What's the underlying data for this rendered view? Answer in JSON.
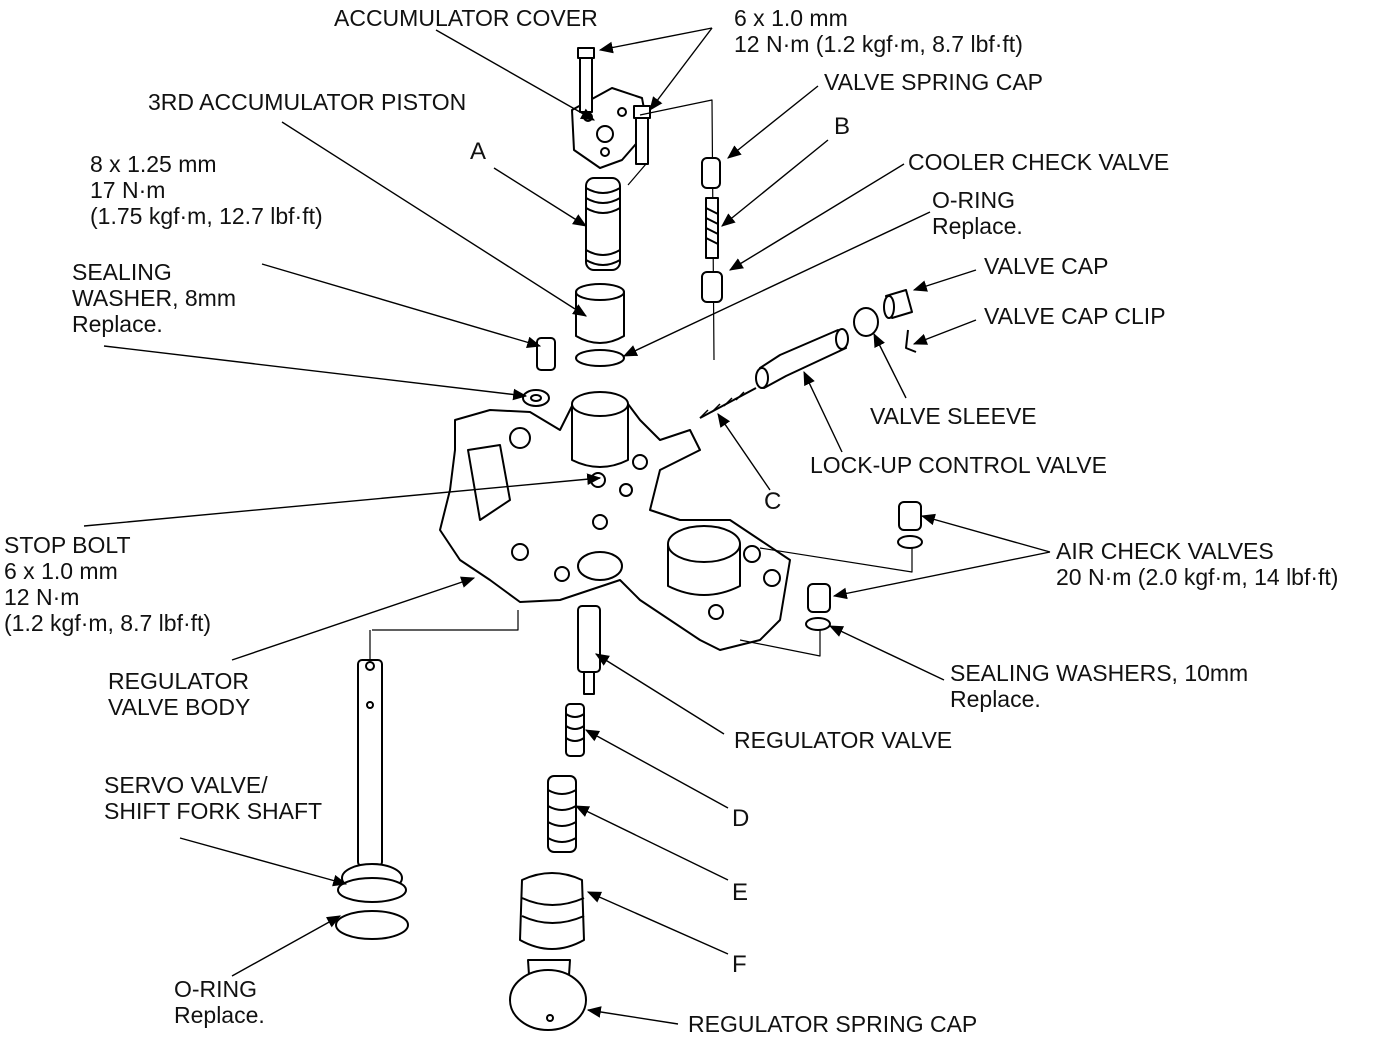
{
  "labels": {
    "accumulator_cover": "ACCUMULATOR COVER",
    "bolt_top_1": "6 x 1.0 mm",
    "bolt_top_2": "12 N·m (1.2 kgf·m, 8.7 lbf·ft)",
    "valve_spring_cap": "VALVE SPRING CAP",
    "third_accumulator_piston": "3RD ACCUMULATOR PISTON",
    "bolt_mid_1": "8 x 1.25 mm",
    "bolt_mid_2": "17 N·m",
    "bolt_mid_3": "(1.75 kgf·m, 12.7 lbf·ft)",
    "cooler_check_valve": "COOLER CHECK VALVE",
    "o_ring_top_1": "O-RING",
    "o_ring_top_2": "Replace.",
    "sealing_washer_1": "SEALING",
    "sealing_washer_2": "WASHER, 8mm",
    "sealing_washer_3": "Replace.",
    "valve_cap": "VALVE CAP",
    "valve_cap_clip": "VALVE CAP CLIP",
    "valve_sleeve": "VALVE SLEEVE",
    "lockup_control_valve": "LOCK-UP CONTROL VALVE",
    "stop_bolt_1": "STOP BOLT",
    "stop_bolt_2": "6 x 1.0 mm",
    "stop_bolt_3": "12 N·m",
    "stop_bolt_4": "(1.2 kgf·m, 8.7 lbf·ft)",
    "air_check_valves_1": "AIR CHECK VALVES",
    "air_check_valves_2": "20 N·m (2.0 kgf·m, 14 lbf·ft)",
    "regulator_valve_body_1": "REGULATOR",
    "regulator_valve_body_2": "VALVE BODY",
    "sealing_washers_10_1": "SEALING WASHERS, 10mm",
    "sealing_washers_10_2": "Replace.",
    "regulator_valve": "REGULATOR VALVE",
    "servo_valve_1": "SERVO VALVE/",
    "servo_valve_2": "SHIFT FORK SHAFT",
    "o_ring_bottom_1": "O-RING",
    "o_ring_bottom_2": "Replace.",
    "regulator_spring_cap": "REGULATOR SPRING CAP"
  },
  "letters": {
    "a": "A",
    "b": "B",
    "c": "C",
    "d": "D",
    "e": "E",
    "f": "F"
  }
}
